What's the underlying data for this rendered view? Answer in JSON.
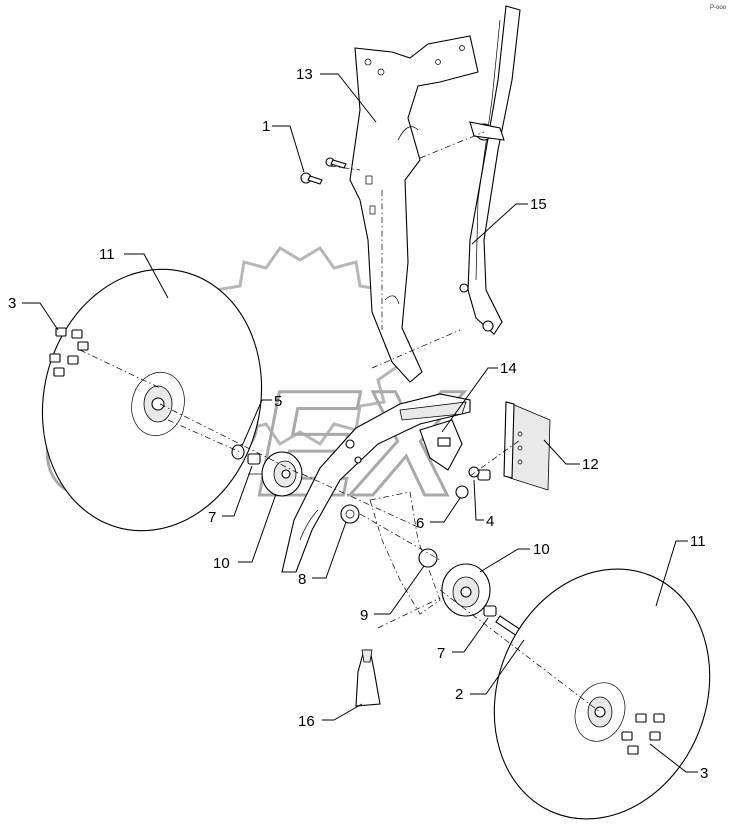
{
  "watermark": {
    "text": "OPEX",
    "kind": "logo"
  },
  "corner_mark": "P-ooo",
  "callouts": [
    {
      "id": "c1",
      "label": "1"
    },
    {
      "id": "c2",
      "label": "2"
    },
    {
      "id": "c3a",
      "label": "3"
    },
    {
      "id": "c3b",
      "label": "3"
    },
    {
      "id": "c4",
      "label": "4"
    },
    {
      "id": "c5",
      "label": "5"
    },
    {
      "id": "c6",
      "label": "6"
    },
    {
      "id": "c7a",
      "label": "7"
    },
    {
      "id": "c7b",
      "label": "7"
    },
    {
      "id": "c8",
      "label": "8"
    },
    {
      "id": "c9",
      "label": "9"
    },
    {
      "id": "c10a",
      "label": "10"
    },
    {
      "id": "c10b",
      "label": "10"
    },
    {
      "id": "c11a",
      "label": "11"
    },
    {
      "id": "c11b",
      "label": "11"
    },
    {
      "id": "c12",
      "label": "12"
    },
    {
      "id": "c13",
      "label": "13"
    },
    {
      "id": "c14",
      "label": "14"
    },
    {
      "id": "c15",
      "label": "15"
    },
    {
      "id": "c16",
      "label": "16"
    }
  ]
}
